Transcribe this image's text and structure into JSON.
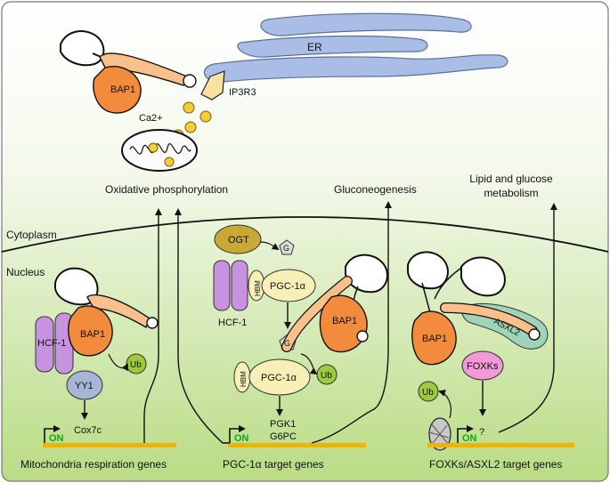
{
  "labels": {
    "er": "ER",
    "ip3r3": "IP3R3",
    "ca": "Ca2+",
    "oxphos": "Oxidative phosphorylation",
    "gluconeo": "Gluconeogenesis",
    "lipid1": "Lipid and glucose",
    "lipid2": "metabolism",
    "cytoplasm": "Cytoplasm",
    "nucleus": "Nucleus",
    "bap1": "BAP1",
    "hcf1": "HCF-1",
    "yy1": "YY1",
    "ub": "Ub",
    "cox7c": "Cox7c",
    "on": "ON",
    "mito_genes": "Mitochondria respiration genes",
    "ogt": "OGT",
    "g": "G",
    "hbm": "HBM",
    "pgc1a": "PGC-1α",
    "pgk1": "PGK1",
    "g6pc": "G6PC",
    "pgc_genes": "PGC-1α target genes",
    "asxl2": "ASXL2",
    "foxks": "FOXKs",
    "question": "?",
    "foxk_genes": "FOXKs/ASXL2  target genes"
  },
  "colors": {
    "bap1": "#f28c3c",
    "hcf1": "#c792e0",
    "yy1": "#a7b6d8",
    "ub": "#9ccc3c",
    "er": "#a9bde6",
    "ogt": "#c9a834",
    "pgc1a": "#f7efb6",
    "asxl2": "#9fd4b8",
    "foxks": "#f29ad6",
    "on": "#19a619",
    "gene_bar": "#f0b400",
    "ca": "#f2cf3a"
  }
}
